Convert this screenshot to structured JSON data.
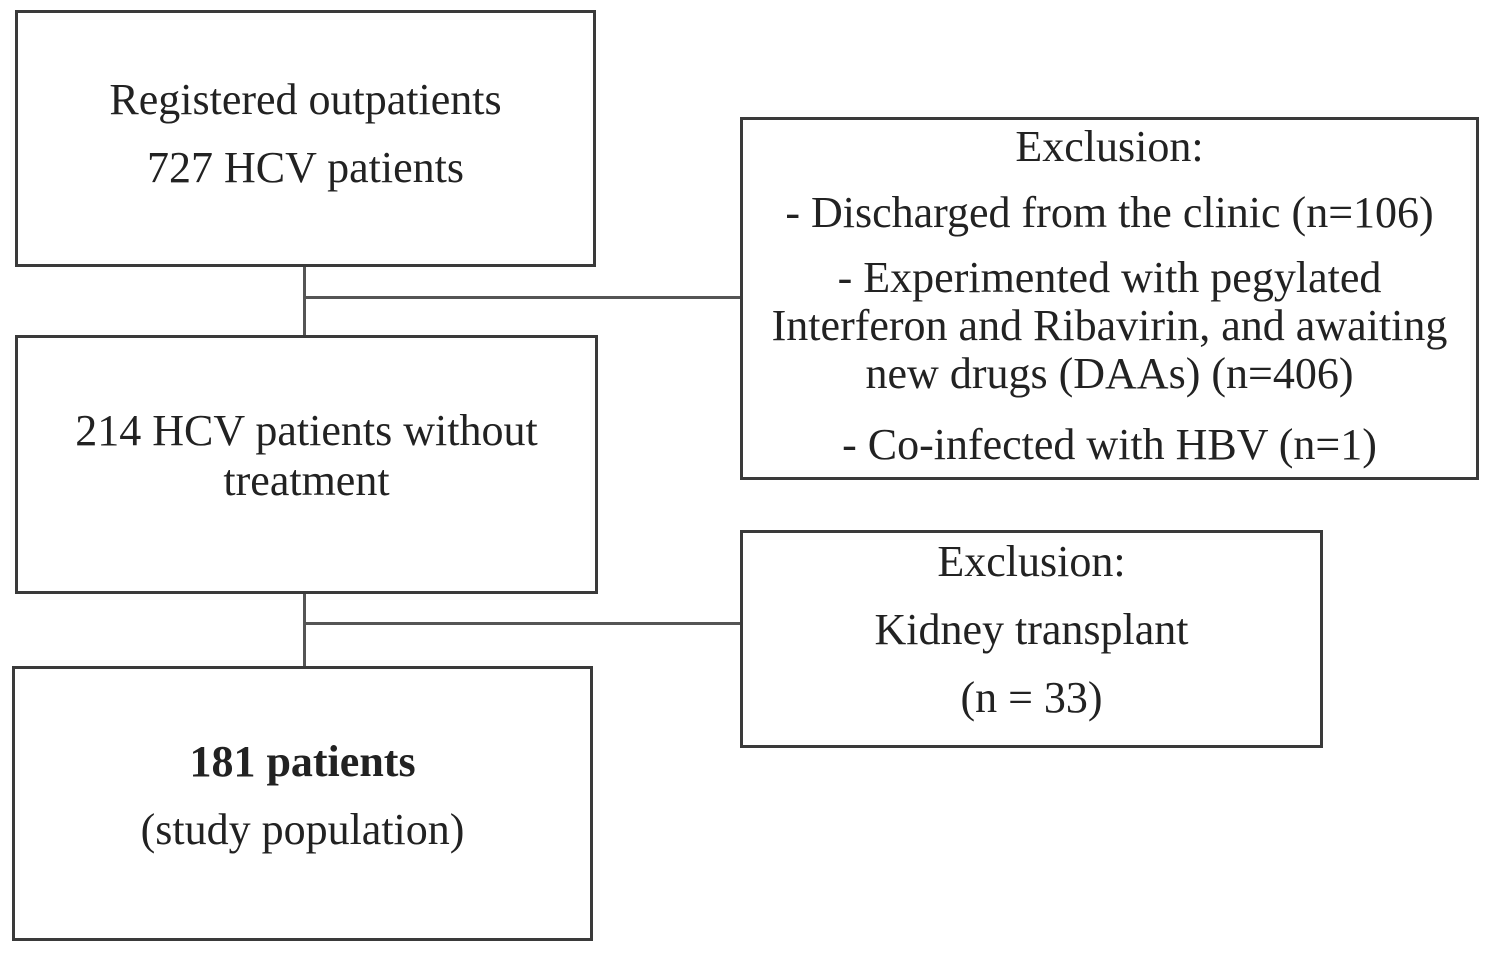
{
  "flowchart": {
    "registered": {
      "line1": "Registered outpatients",
      "line2": "727 HCV patients"
    },
    "untreated": {
      "line1": "214 HCV patients without",
      "line2": "treatment"
    },
    "study_population": {
      "line1": "181 patients",
      "line2": "(study population)"
    },
    "exclusion_1": {
      "heading": "Exclusion:",
      "items": [
        "- Discharged from the clinic (n=106)",
        "- Experimented with pegylated",
        "Interferon and Ribavirin, and awaiting",
        "new drugs (DAAs) (n=406)",
        "- Co-infected with HBV (n=1)"
      ]
    },
    "exclusion_2": {
      "heading": "Exclusion:",
      "line1": "Kidney transplant",
      "line2": "(n = 33)"
    }
  },
  "colors": {
    "border": "#3a3a3a",
    "connector": "#555555",
    "text": "#222222",
    "background": "#ffffff"
  }
}
